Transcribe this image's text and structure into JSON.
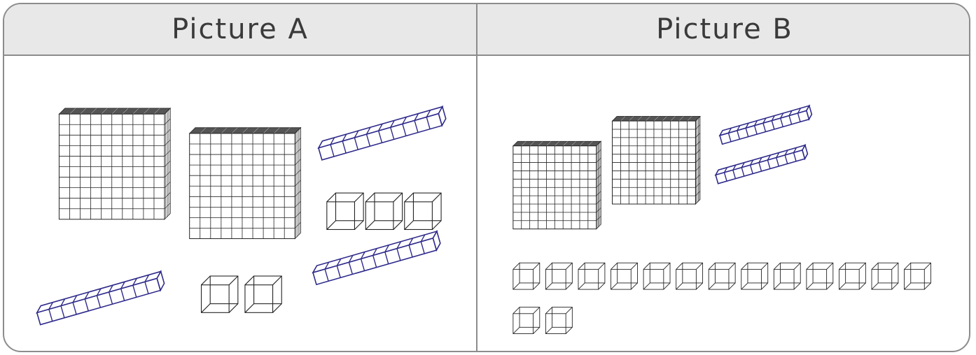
{
  "pictures": [
    {
      "title": "Picture A",
      "hundreds": 2,
      "tens": 3,
      "ones": 5
    },
    {
      "title": "Picture B",
      "hundreds": 2,
      "tens": 2,
      "ones": 15
    }
  ],
  "colors": {
    "border": "#8c8c8c",
    "header_bg": "#e8e8e8",
    "title_text": "#3a3a3a",
    "block_stroke": "#222222",
    "rod_stroke": "#2e2a8a"
  }
}
